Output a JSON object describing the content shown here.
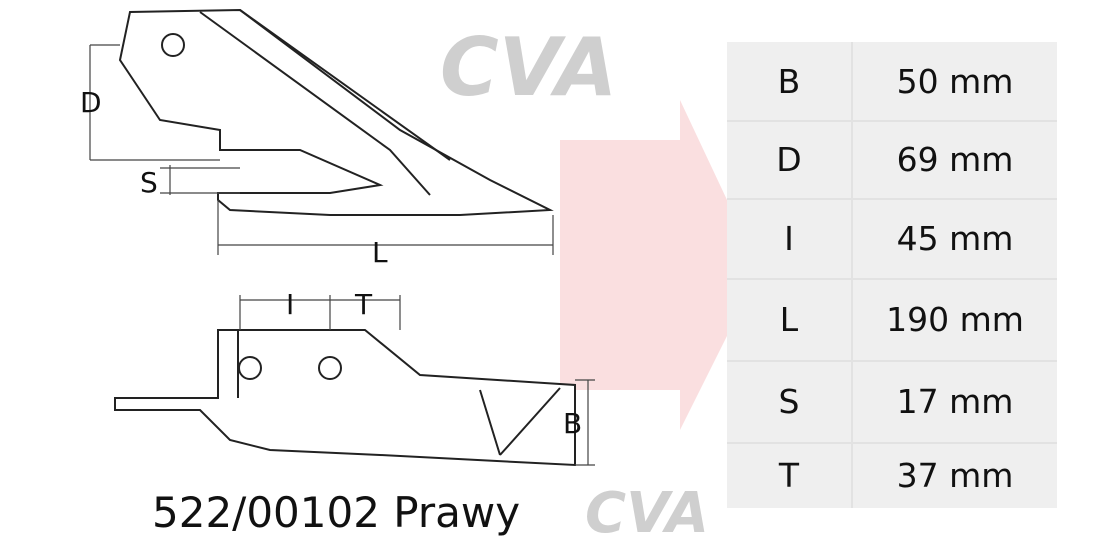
{
  "caption": "522/00102 Prawy",
  "watermark": "CVA",
  "dimension_labels": [
    "D",
    "S",
    "L",
    "I",
    "T",
    "B"
  ],
  "specs": [
    {
      "key": "B",
      "value": "50 mm"
    },
    {
      "key": "D",
      "value": "69 mm"
    },
    {
      "key": "I",
      "value": "45 mm"
    },
    {
      "key": "L",
      "value": "190 mm"
    },
    {
      "key": "S",
      "value": "17 mm"
    },
    {
      "key": "T",
      "value": "37 mm"
    }
  ],
  "colors": {
    "watermark_gray": "#d8d8d8",
    "arrow_pink": "#f6c9cc",
    "table_bg": "#efefef"
  }
}
